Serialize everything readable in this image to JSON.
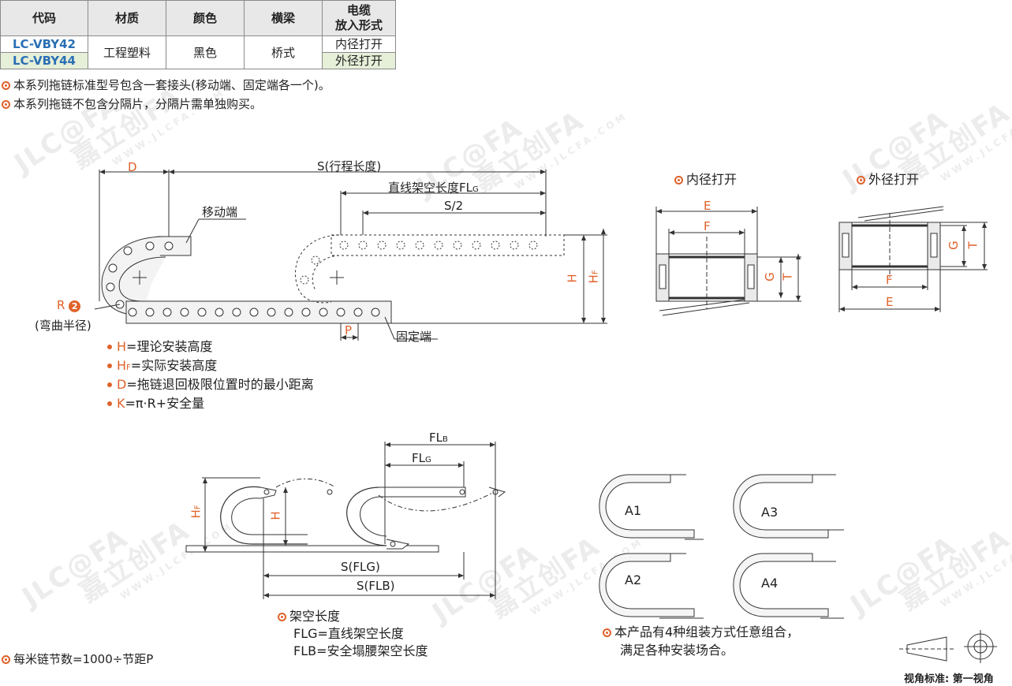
{
  "table": {
    "headers": [
      "代码",
      "材质",
      "颜色",
      "横梁",
      "电缆",
      "放入形式"
    ],
    "rows": [
      {
        "code": "LC-VBY42",
        "open": "内径打开"
      },
      {
        "code": "LC-VBY44",
        "open": "外径打开"
      }
    ],
    "material": "工程塑料",
    "color": "黑色",
    "beam": "桥式"
  },
  "notes": {
    "n1": "本系列拖链标准型号包含一套接头(移动端、固定端各一个)。",
    "n2": "本系列拖链不包含分隔片，分隔片需单独购买。"
  },
  "main_diagram": {
    "D": "D",
    "S": "S(行程长度)",
    "straight": "直线架空长度FL",
    "straight_sub": "G",
    "half": "S/2",
    "moving_end": "移动端",
    "fixed_end": "固定端",
    "R": "R",
    "R_num": "2",
    "bend_radius": "(弯曲半径)",
    "H": "H",
    "HF": "H",
    "HF_sub": "F",
    "P": "P"
  },
  "legend": [
    {
      "sym": "H",
      "sub": "",
      "text": "=理论安装高度"
    },
    {
      "sym": "H",
      "sub": "F",
      "text": "=实际安装高度"
    },
    {
      "sym": "D",
      "sub": "",
      "text": "=拖链退回极限位置时的最小距离"
    },
    {
      "sym": "K",
      "sub": "",
      "text": "=π·R+安全量"
    }
  ],
  "section_views": {
    "inner_title": "内径打开",
    "outer_title": "外径打开",
    "E": "E",
    "F": "F",
    "G": "G",
    "T": "T"
  },
  "span_diagram": {
    "FLB": "FL",
    "FLB_sub": "B",
    "FLG": "FL",
    "FLG_sub": "G",
    "HF": "H",
    "HF_sub": "F",
    "H": "H",
    "S_FLG": "S(FLG)",
    "S_FLB": "S(FLB)"
  },
  "span_notes": {
    "title": "架空长度",
    "flg": "FLG=直线架空长度",
    "flb": "FLB=安全塌腰架空长度"
  },
  "mount": {
    "labels": [
      "A1",
      "A2",
      "A3",
      "A4"
    ],
    "note1": "本产品有4种组装方式任意组合，",
    "note2": "满足各种安装场合。"
  },
  "bottom_left": "每米链节数=1000÷节距P",
  "view_standard": "视角标准: 第一视角",
  "watermark": {
    "brand": "JLC@FA",
    "cn": "嘉立创FA",
    "url": "WWW.JLCFA.COM"
  },
  "colors": {
    "accent": "#e0622a",
    "code": "#2a6fb5",
    "green": "#e6efd8"
  }
}
